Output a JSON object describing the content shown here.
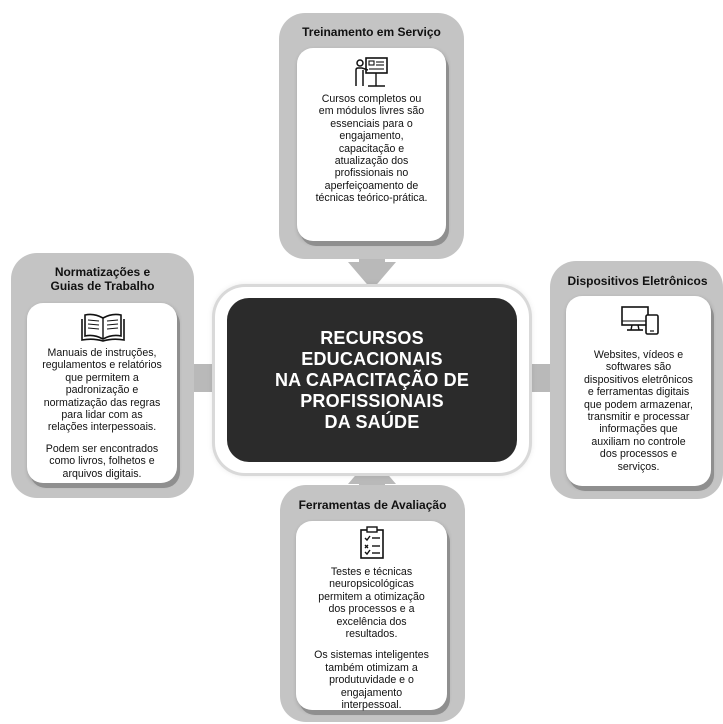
{
  "center": {
    "lines": [
      "RECURSOS",
      "EDUCACIONAIS",
      "NA CAPACITAÇÃO DE",
      "PROFISSIONAIS",
      "DA SAÚDE"
    ]
  },
  "top": {
    "title": "Treinamento em Serviço",
    "icon": "teacher-presentation-icon",
    "lines": [
      "Cursos completos ou",
      "em módulos livres são",
      "essenciais para o",
      "engajamento,",
      "capacitação e",
      "atualização dos",
      "profissionais no",
      "aperfeiçoamento de",
      "técnicas teórico-prática."
    ]
  },
  "left": {
    "title_lines": [
      "Normatizações e",
      "Guias de Trabalho"
    ],
    "icon": "open-book-icon",
    "lines": [
      "Manuais de instruções,",
      "regulamentos e relatórios",
      "que permitem a",
      "padronização e",
      "normatização das regras",
      "para lidar com as",
      "relações interpessoais."
    ],
    "lines2": [
      "Podem ser encontrados",
      "como livros, folhetos e",
      "arquivos digitais."
    ]
  },
  "right": {
    "title": "Dispositivos Eletrônicos",
    "icon": "computer-devices-icon",
    "lines": [
      "Websites, vídeos e",
      "softwares são",
      "dispositivos eletrônicos",
      "e ferramentas digitais",
      "que podem armazenar,",
      "transmitir e processar",
      "informações que",
      "auxiliam no controle",
      "dos processos e",
      "serviços."
    ]
  },
  "bottom": {
    "title": "Ferramentas de Avaliação",
    "icon": "checklist-clipboard-icon",
    "lines": [
      "Testes e técnicas",
      "neuropsicológicas",
      "permitem a otimização",
      "dos processos e a",
      "excelência dos",
      "resultados."
    ],
    "lines2": [
      "Os sistemas inteligentes",
      "também otimizam a",
      "produtuvidade e o",
      "engajamento",
      "interpessoal."
    ]
  },
  "colors": {
    "panel_outer": "#c4c4c4",
    "arrow": "#b9b9b9",
    "center_fill": "#2b2b2b",
    "center_text": "#ffffff"
  }
}
